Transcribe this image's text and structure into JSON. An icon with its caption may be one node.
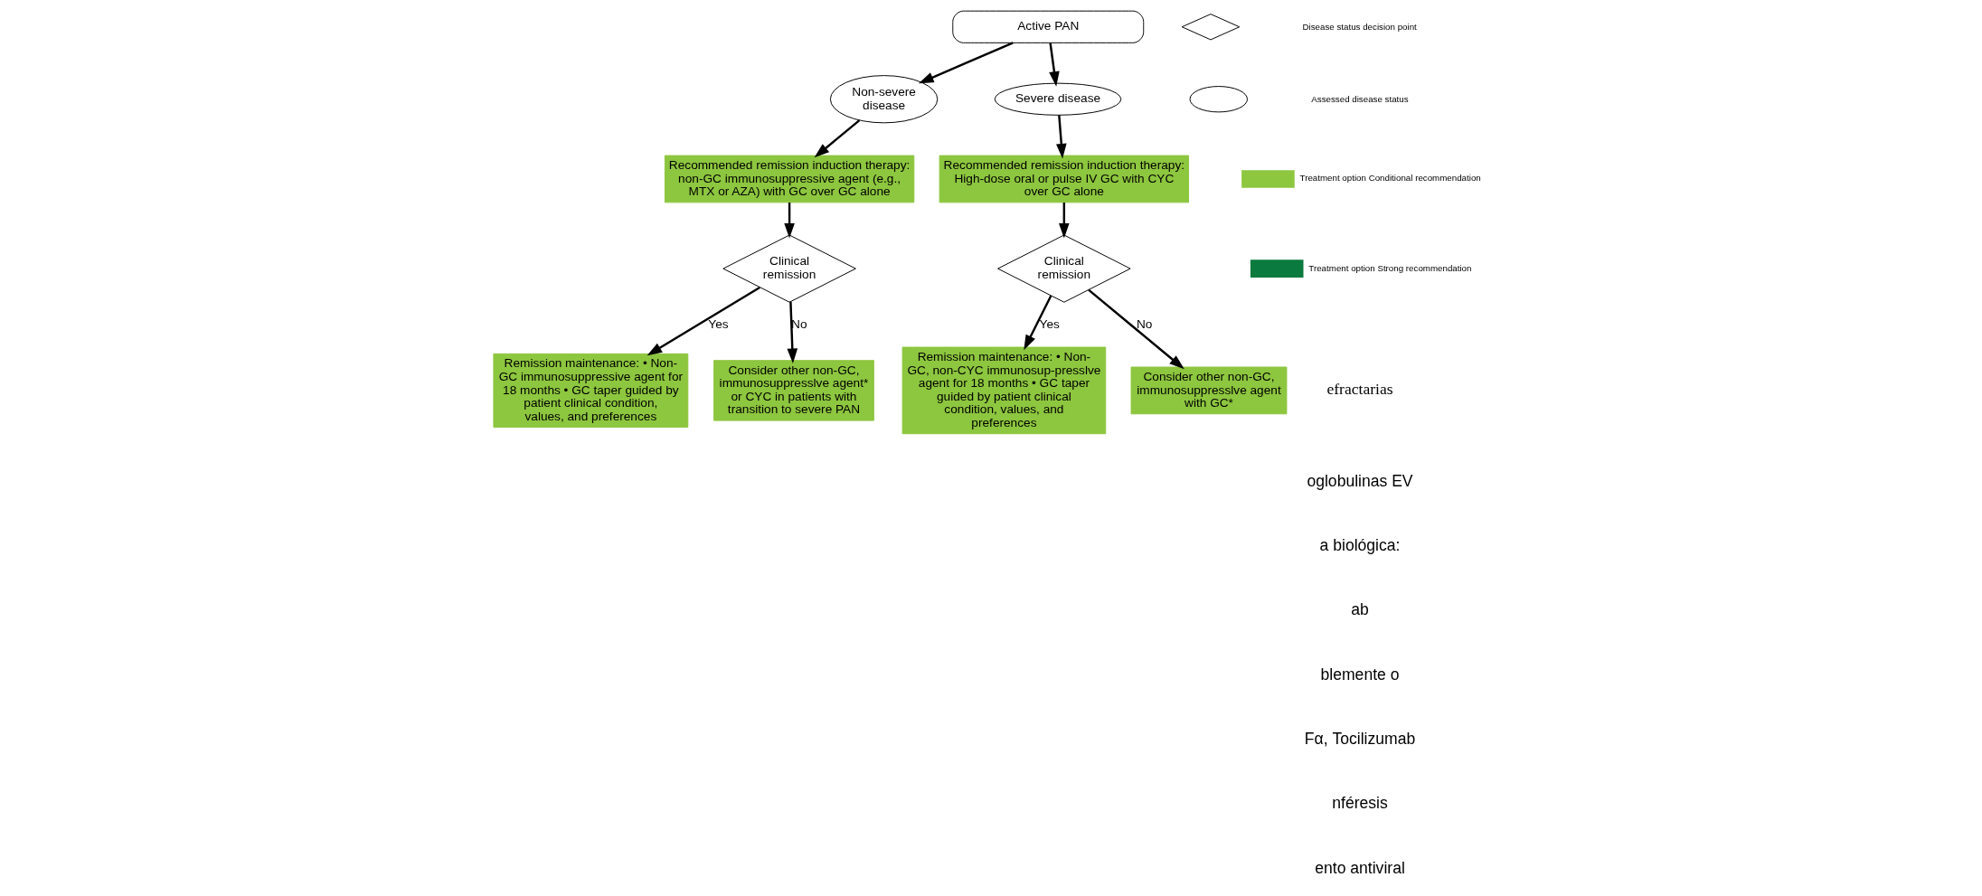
{
  "diagram": {
    "nodes": [
      {
        "text": [
          "Active PAN"
        ]
      },
      {
        "text": [
          "Non-severe disease"
        ]
      },
      {
        "text": [
          "Severe disease"
        ]
      },
      {
        "text": [
          "Recommended remission induction therapy: non-GC immunosuppressive agent (e.g., MTX or AZA) with GC over GC alone"
        ]
      },
      {
        "text": [
          "Recommended remission induction therapy: High-dose oral or pulse IV GC with CYC over GC alone"
        ]
      },
      {
        "text": [
          "Clinical remission"
        ]
      },
      {
        "text": [
          "Clinical remission"
        ]
      },
      {
        "text": [
          "Remission maintenance: • Non-GC immunosuppressive agent for 18 months • GC taper guided by patient clinical condition, values, and preferences"
        ]
      },
      {
        "text": [
          "Consider other non-GC, immunosuppresslve agent* or CYC in patients with transition to severe PAN"
        ]
      },
      {
        "text": [
          "Remission maintenance: • Non-GC, non-CYC immunosup-presslve agent for 18 months • GC taper guided by patient clinical condition, values, and preferences"
        ]
      },
      {
        "text": [
          "Consider other non-GC, immunosuppresslve agent with GC*"
        ]
      }
    ],
    "edges": [
      {
        "from": 0,
        "to": 1,
        "arrow": "to"
      },
      {
        "from": 0,
        "to": 2,
        "arrow": "to"
      },
      {
        "from": 1,
        "to": 3,
        "arrow": "to"
      },
      {
        "from": 2,
        "to": 4,
        "arrow": "to"
      },
      {
        "from": 3,
        "to": 5,
        "arrow": "to"
      },
      {
        "from": 4,
        "to": 6,
        "arrow": "to"
      },
      {
        "from": 5,
        "to": 7,
        "arrow": "to",
        "label": "Yes"
      },
      {
        "from": 5,
        "to": 8,
        "arrow": "to",
        "label": "No"
      },
      {
        "from": 6,
        "to": 9,
        "arrow": "to",
        "label": "Yes"
      },
      {
        "from": 6,
        "to": 10,
        "arrow": "to",
        "label": "No"
      }
    ],
    "labels": [
      "efractarias",
      "oglobulinas EV",
      "a biológica:",
      "ab",
      "blemente o",
      "Fα, Tocilizumab",
      "nféresis",
      "ento antiviral"
    ],
    "legend": [
      {
        "text": "Disease status decision point"
      },
      {
        "text": "Assessed disease status"
      },
      {
        "text": "Treatment option Conditional recommendation",
        "color": "#8dc63f"
      },
      {
        "text": "Treatment option Strong recommendation",
        "color": "#0b7a3e"
      }
    ]
  }
}
